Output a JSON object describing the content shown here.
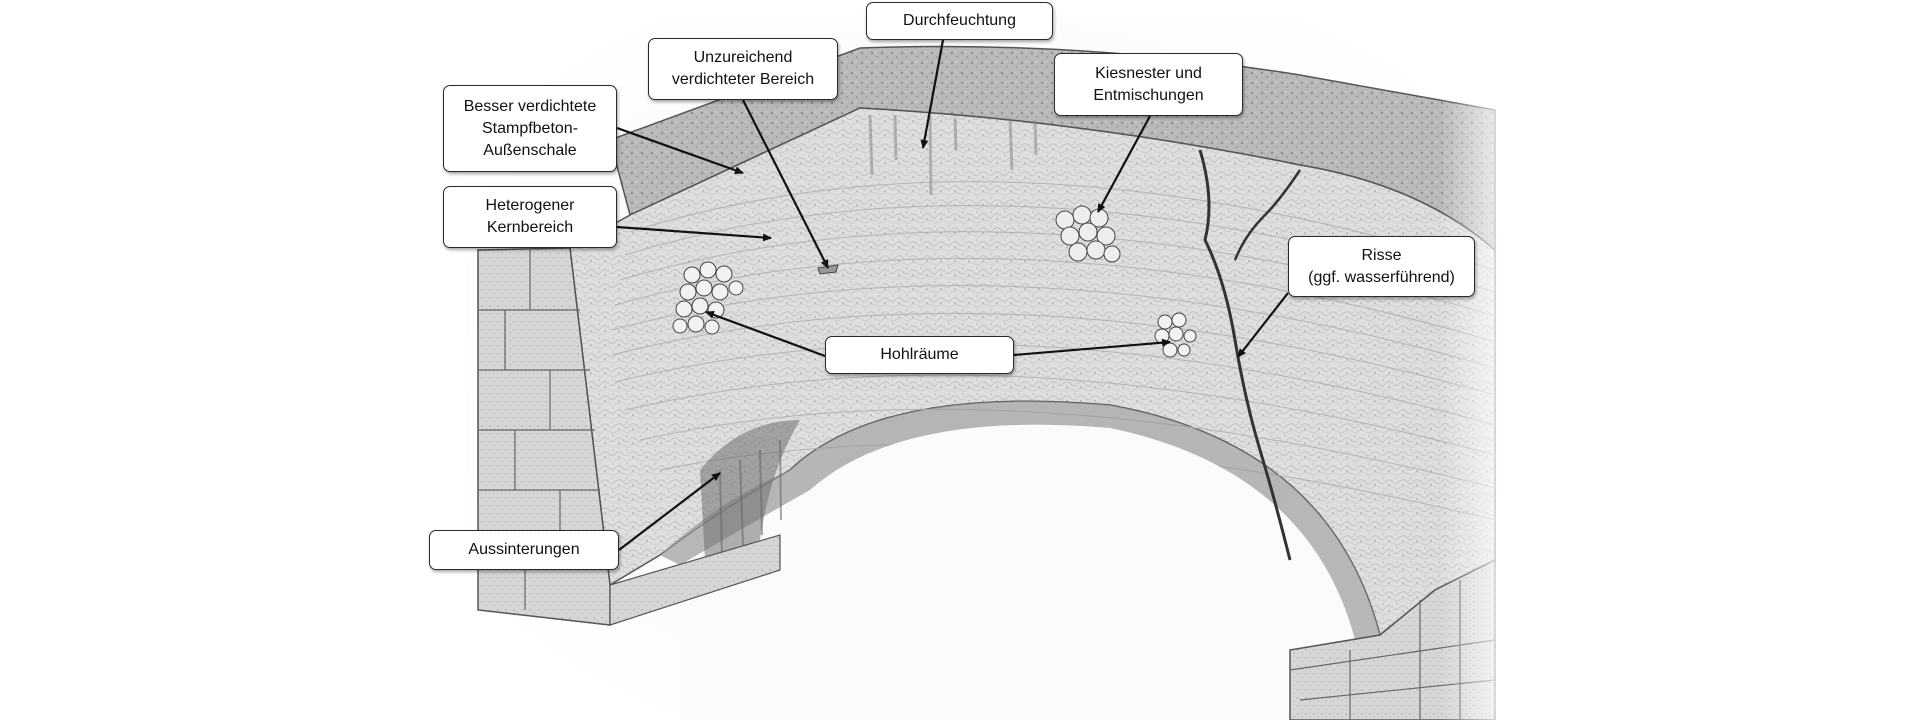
{
  "labels": {
    "durchfeuchtung": [
      "Durchfeuchtung"
    ],
    "unzureichend": [
      "Unzureichend",
      "verdichteter Bereich"
    ],
    "kiesnester": [
      "Kiesnester und",
      "Entmischungen"
    ],
    "besser": [
      "Besser verdichtete",
      "Stampfbeton-",
      "Außenschale"
    ],
    "heterogen": [
      "Heterogener",
      "Kernbereich"
    ],
    "risse": [
      "Risse",
      "(ggf. wasserführend)"
    ],
    "hohlraeume": [
      "Hohlräume"
    ],
    "aussinterungen": [
      "Aussinterungen"
    ]
  },
  "colors": {
    "stone": "#d9d9d9",
    "stone_dark": "#8a8a8a",
    "line": "#111111"
  }
}
